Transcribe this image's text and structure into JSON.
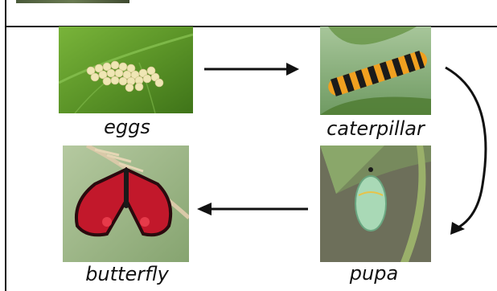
{
  "stages": {
    "eggs": {
      "label": "eggs"
    },
    "caterpillar": {
      "label": "caterpillar"
    },
    "pupa": {
      "label": "pupa"
    },
    "butterfly": {
      "label": "butterfly"
    }
  },
  "colors": {
    "line": "#111111",
    "leaf_green": "#5f9a2e",
    "egg": "#efe6b4",
    "stripe_orange": "#f0a020",
    "chrysalis": "#a9d9b6",
    "wing_red": "#c2182b"
  },
  "icons": [
    "arrow-right-icon",
    "arrow-curved-down-icon",
    "arrow-left-icon"
  ]
}
